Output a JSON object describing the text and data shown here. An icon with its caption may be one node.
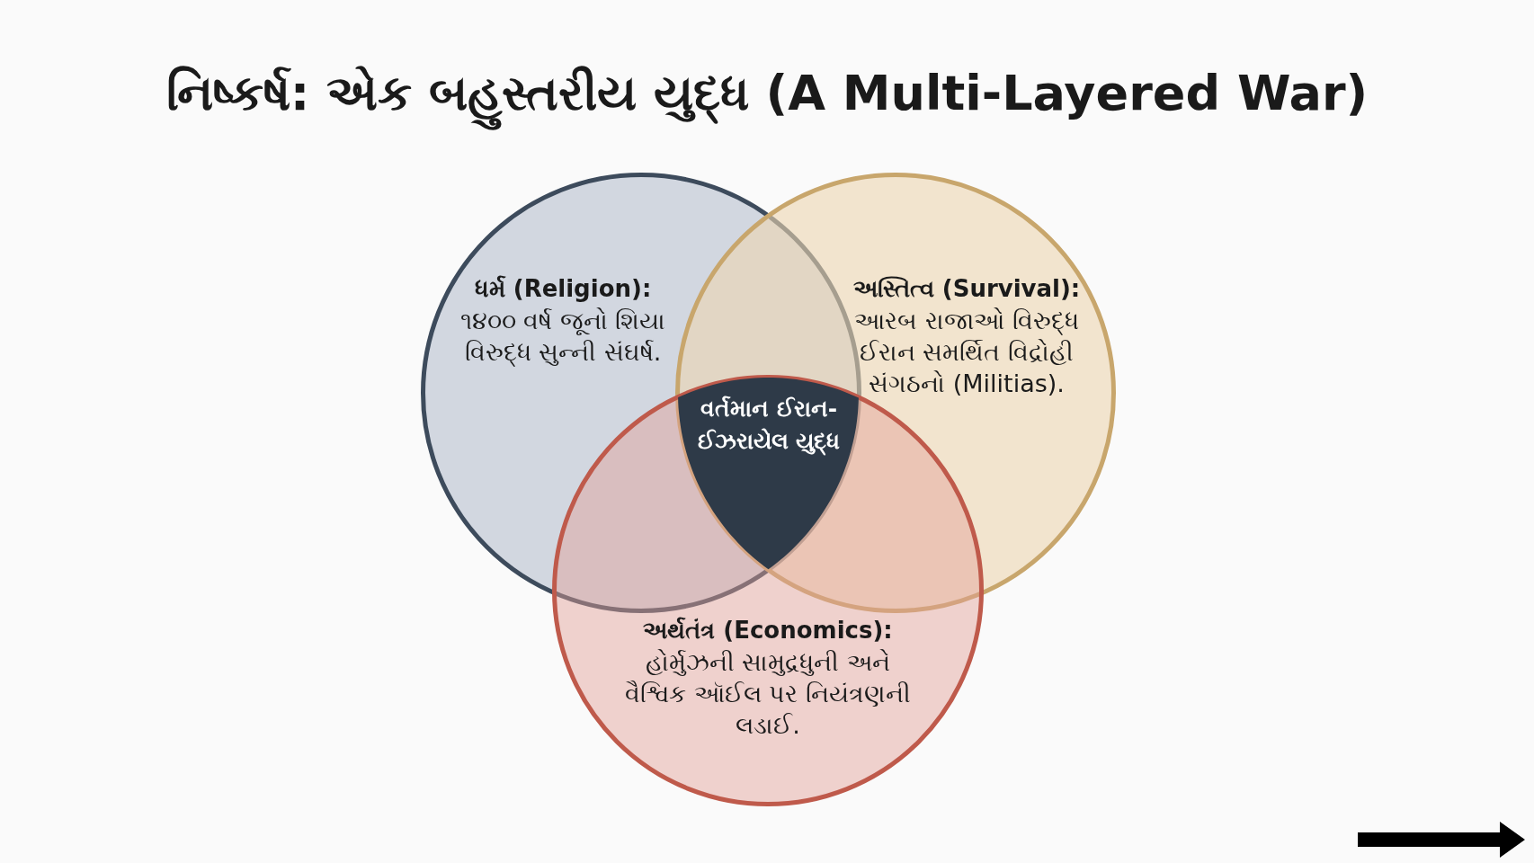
{
  "diagram": {
    "title": "નિષ્કર્ષ: એક બહુસ્તરીય યુદ્ધ (A Multi-Layered War)",
    "nodes": [
      {
        "text": [
          "ધર્મ (Religion):",
          "૧૪૦૦ વર્ષ જૂનો શિયા વિરુદ્ધ સુન્ની સંઘર્ષ."
        ]
      },
      {
        "text": [
          "અસ્તિત્વ (Survival):",
          "આરબ રાજાઓ વિરુદ્ધ ઈરાન સમર્થિત વિદ્રોહી સંગઠનો (Militias)."
        ]
      },
      {
        "text": [
          "અર્થતંત્ર (Economics):",
          "હોર્મુઝની સામુદ્રધુની અને વૈશ્વિક ઑઈલ પર નિયંત્રણની લડાઈ."
        ]
      },
      {
        "text": [
          "વર્તમાન ઈરાન-ઈઝરાયેલ યુદ્ધ"
        ]
      }
    ]
  }
}
